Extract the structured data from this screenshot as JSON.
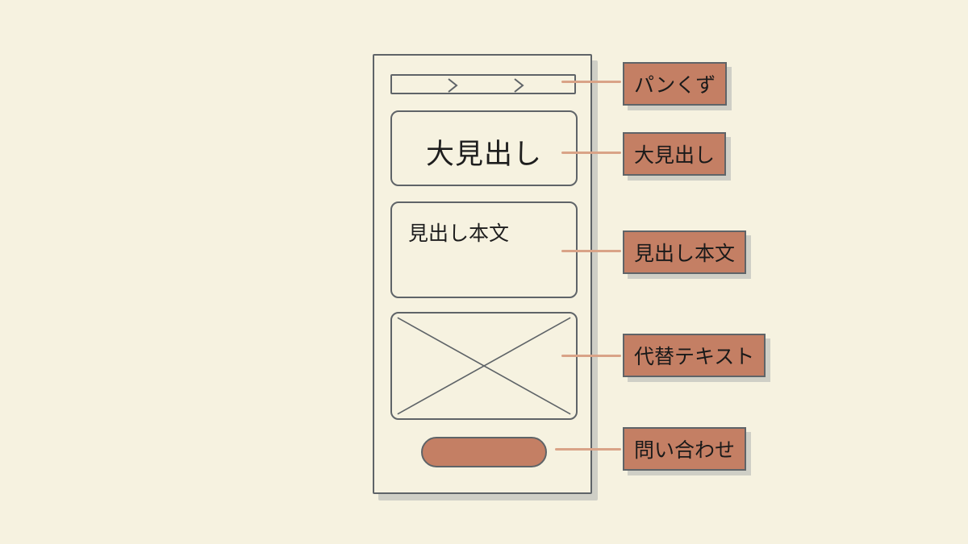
{
  "wireframe": {
    "main_heading": "大見出し",
    "body_heading": "見出し本文"
  },
  "annotations": [
    {
      "key": "breadcrumb",
      "text": "パンくず"
    },
    {
      "key": "main-heading",
      "text": "大見出し"
    },
    {
      "key": "heading-body",
      "text": "見出し本文"
    },
    {
      "key": "alt-text",
      "text": "代替テキスト"
    },
    {
      "key": "contact",
      "text": "問い合わせ"
    }
  ],
  "colors": {
    "background": "#f6f2e0",
    "frame_stroke": "#5f6468",
    "accent": "#c47f64",
    "connector": "#d9a387",
    "shadow": "#cfcfc6"
  }
}
